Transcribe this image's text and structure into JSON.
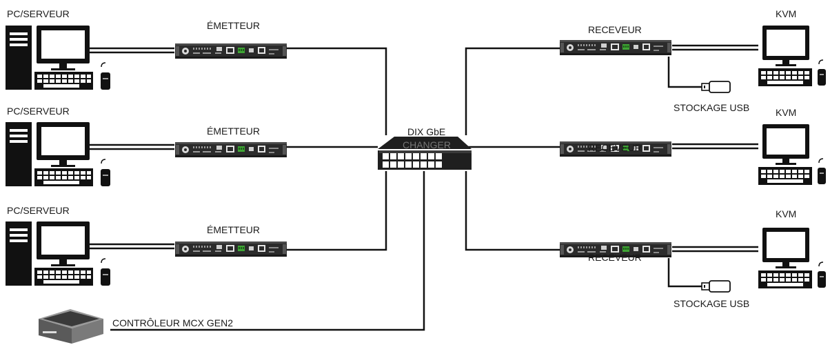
{
  "labels": {
    "pc_server": "PC/SERVEUR",
    "emitter": "ÉMETTEUR",
    "receiver": "RECEVEUR",
    "kvm": "KVM",
    "usb_storage": "STOCKAGE USB",
    "switch_line1": "DIX GbE",
    "switch_line2": "CHANGER",
    "controller": "CONTRÔLEUR MCX GEN2",
    "controller_badge": "MCX"
  },
  "colors": {
    "line": "#111111",
    "device_body": "#2b2b2b",
    "port_green": "#3fa535",
    "switch_body": "#1f1f1f"
  },
  "icons": [
    "pc-tower-icon",
    "monitor-icon",
    "keyboard-icon",
    "mouse-icon",
    "usb-stick-icon",
    "network-switch-icon",
    "controller-box-icon"
  ]
}
